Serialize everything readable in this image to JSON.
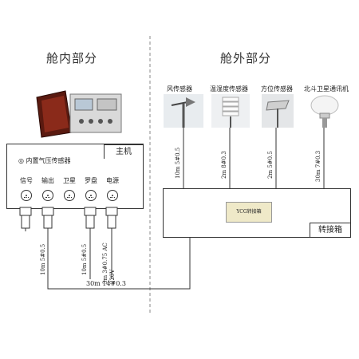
{
  "sections": {
    "inside_title": "舱内部分",
    "outside_title": "舱外部分"
  },
  "host": {
    "label": "主机",
    "sensor_text": "◎ 内置气压传感器",
    "ports": [
      "信号",
      "输出",
      "卫星",
      "罗盘",
      "电源"
    ]
  },
  "host_cables": [
    "10m 5#0.5",
    "10m 5#0.5",
    "3m 3#0.75 AC 220V"
  ],
  "main_cable": "30m 14#0.3",
  "sensors": [
    {
      "label": "风传感器",
      "cable": "10m 5#0.5"
    },
    {
      "label": "温湿度传感器",
      "cable": "2m 8#0.3"
    },
    {
      "label": "方位传感器",
      "cable": "2m 5#0.5"
    },
    {
      "label": "北斗卫星通讯机",
      "cable": "30m 7#0.3"
    }
  ],
  "junction": {
    "label": "转接箱",
    "module_text": "YCG转接箱"
  },
  "colors": {
    "line": "#333333",
    "dash": "#888888",
    "module_bg": "#efe9c8"
  }
}
